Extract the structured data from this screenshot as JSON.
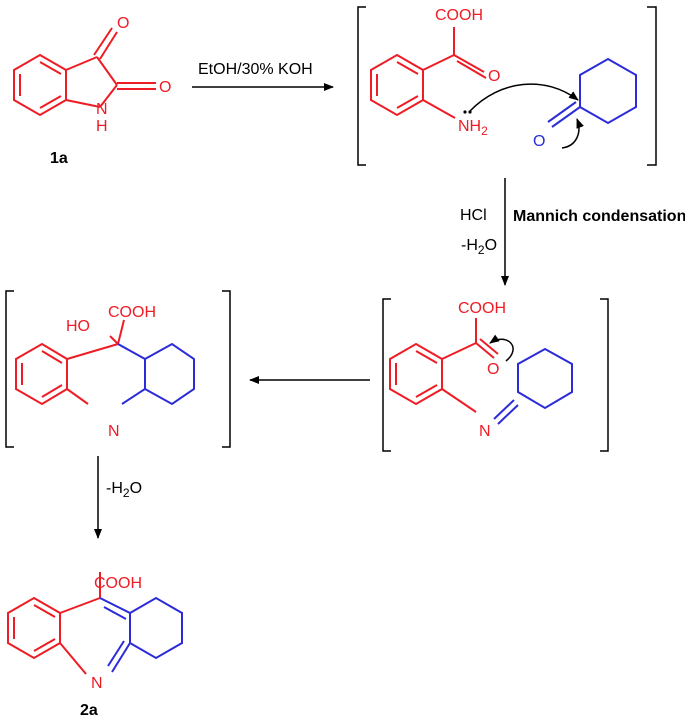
{
  "colors": {
    "red": "#ee1c24",
    "blue": "#2b2bd9",
    "black": "#000000"
  },
  "compounds": {
    "c1": {
      "id_label": "1a",
      "atoms": {
        "o_top": "O",
        "o_right": "O",
        "nh": "N",
        "h": "H"
      }
    },
    "int1": {
      "group": "COOH",
      "o_keto": "O",
      "nh2_n": "NH",
      "nh2_sub": "2",
      "ketone_o": "O"
    },
    "int2": {
      "group": "COOH",
      "o": "O",
      "n": "N"
    },
    "int3": {
      "group": "COOH",
      "ho": "HO",
      "n": "N"
    },
    "c2": {
      "id_label": "2a",
      "group": "COOH",
      "n": "N"
    }
  },
  "arrows": {
    "step1": {
      "label": "EtOH/30% KOH"
    },
    "step2": {
      "label_left_1": "HCl",
      "label_left_2_pre": "-H",
      "label_left_2_sub": "2",
      "label_left_2_post": "O",
      "label_right": "Mannich condensation"
    },
    "step4": {
      "label_pre": "-H",
      "label_sub": "2",
      "label_post": "O"
    }
  }
}
